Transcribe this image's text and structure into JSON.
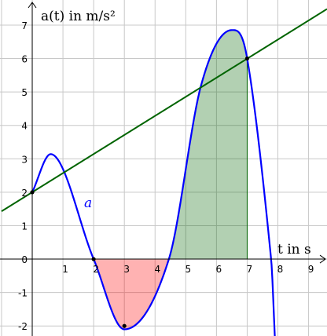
{
  "chart_data": {
    "type": "line",
    "ylabel": "a(t) in m/s²",
    "xlabel": "t in s",
    "x_ticks": [
      "1",
      "2",
      "3",
      "4",
      "5",
      "6",
      "7",
      "8",
      "9"
    ],
    "y_ticks": [
      "-2",
      "-1",
      "0",
      "1",
      "2",
      "3",
      "4",
      "5",
      "6",
      "7"
    ],
    "xlim": [
      -1.05,
      9.6
    ],
    "ylim": [
      -2.3,
      7.75
    ],
    "grid": true,
    "series": [
      {
        "name": "a",
        "color": "#0000ff",
        "x": [
          0,
          0.6,
          2,
          3,
          4.45,
          5.5,
          6.5,
          7,
          7.78,
          7.9
        ],
        "y": [
          2,
          3.14,
          0,
          -2.1,
          0,
          5.2,
          6.85,
          6,
          0,
          -2.3
        ]
      },
      {
        "name": "",
        "color": "#006400",
        "type": "linear",
        "x": [
          -1,
          9.6
        ],
        "y": [
          1.43,
          7.48
        ]
      }
    ],
    "points": [
      {
        "x": 0,
        "y": 2
      },
      {
        "x": 2,
        "y": 0
      },
      {
        "x": 3,
        "y": -2
      },
      {
        "x": 7,
        "y": 6
      }
    ],
    "shaded_regions": [
      {
        "from": 2,
        "to": 4.45,
        "color": "#ff0000",
        "opacity": 0.3
      },
      {
        "from": 4.45,
        "to": 7,
        "color": "#006400",
        "opacity": 0.3
      }
    ]
  }
}
